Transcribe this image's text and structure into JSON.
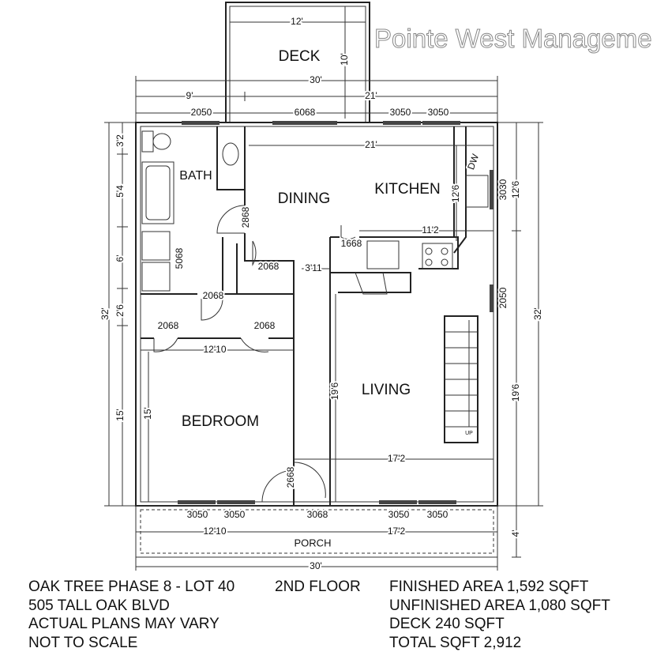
{
  "deck": {
    "label": "DECK",
    "width_dim": "12'",
    "depth_dim": "10'"
  },
  "top_dims": {
    "overall": "30'",
    "left": "9'",
    "right": "21'"
  },
  "top_windows": [
    "2050",
    "6068",
    "3050",
    "3050"
  ],
  "left_dims": [
    "3'2",
    "5'4",
    "6'",
    "2'6",
    "15'"
  ],
  "left_overall": "32'",
  "right_dims": {
    "window1": "3030",
    "kitchen": "12'6",
    "window2": "2050",
    "living": "19'6",
    "porch": "4'",
    "overall": "32'"
  },
  "rooms": {
    "bath": "BATH",
    "dining": "DINING",
    "kitchen": "KITCHEN",
    "living": "LIVING",
    "bedroom": "BEDROOM",
    "porch": "PORCH"
  },
  "interior_dims": {
    "dining_width": "21'",
    "kitchen_depth": "12'6",
    "counter": "11'2",
    "door_bath": "2868",
    "closet_laundry": "5068",
    "door_pantry": "1668",
    "door_hall": "2068",
    "hall": "3'11",
    "door_closet1": "2068",
    "door_closet2": "2068",
    "door_closet3": "2068",
    "bedroom_width": "12'10",
    "living_depth": "19'6",
    "bedroom_depth": "15'",
    "living_width": "17'2",
    "door_bedroom": "2668",
    "stairs": "UP",
    "dw": "DW"
  },
  "bottom_windows": [
    "3050",
    "3050",
    "3068",
    "3050",
    "3050"
  ],
  "bottom_dims": {
    "left": "12'10",
    "right": "17'2",
    "overall": "30'"
  },
  "info_left": [
    "OAK TREE PHASE 8 - LOT 40",
    "505 TALL OAK BLVD",
    "ACTUAL PLANS MAY VARY",
    "NOT TO SCALE"
  ],
  "floor": "2ND FLOOR",
  "info_right": [
    "FINISHED AREA 1,592 SQFT",
    "UNFINISHED AREA 1,080 SQFT",
    "DECK 240 SQFT",
    "TOTAL SQFT 2,912"
  ],
  "watermark": "Pointe West Management"
}
